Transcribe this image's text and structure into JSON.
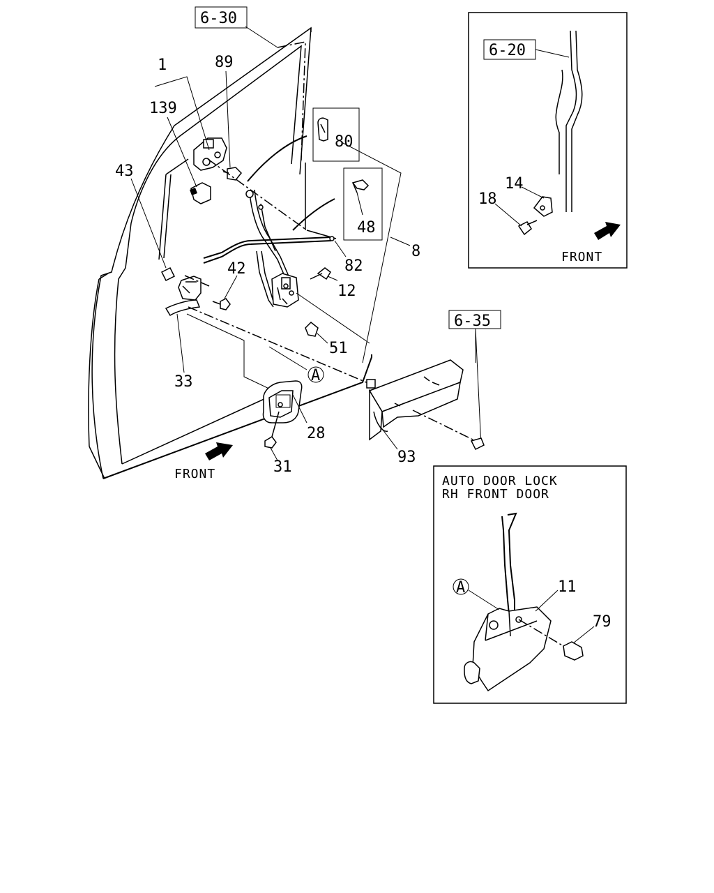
{
  "refs": {
    "ref_6_30": "6-30",
    "ref_6_20": "6-20",
    "ref_6_35": "6-35"
  },
  "labels": {
    "p1": "1",
    "p89": "89",
    "p139": "139",
    "p80": "80",
    "p43": "43",
    "p48": "48",
    "p8": "8",
    "p82": "82",
    "p42": "42",
    "p12": "12",
    "p51": "51",
    "p33": "33",
    "p28": "28",
    "p93": "93",
    "p31": "31",
    "p14": "14",
    "p18": "18",
    "p11": "11",
    "p79": "79"
  },
  "callouts": {
    "a_main": "A",
    "a_inset": "A"
  },
  "front_labels": {
    "main": "FRONT",
    "inset": "FRONT"
  },
  "inset_title": {
    "line1": "AUTO DOOR LOCK",
    "line2": "RH FRONT DOOR"
  }
}
